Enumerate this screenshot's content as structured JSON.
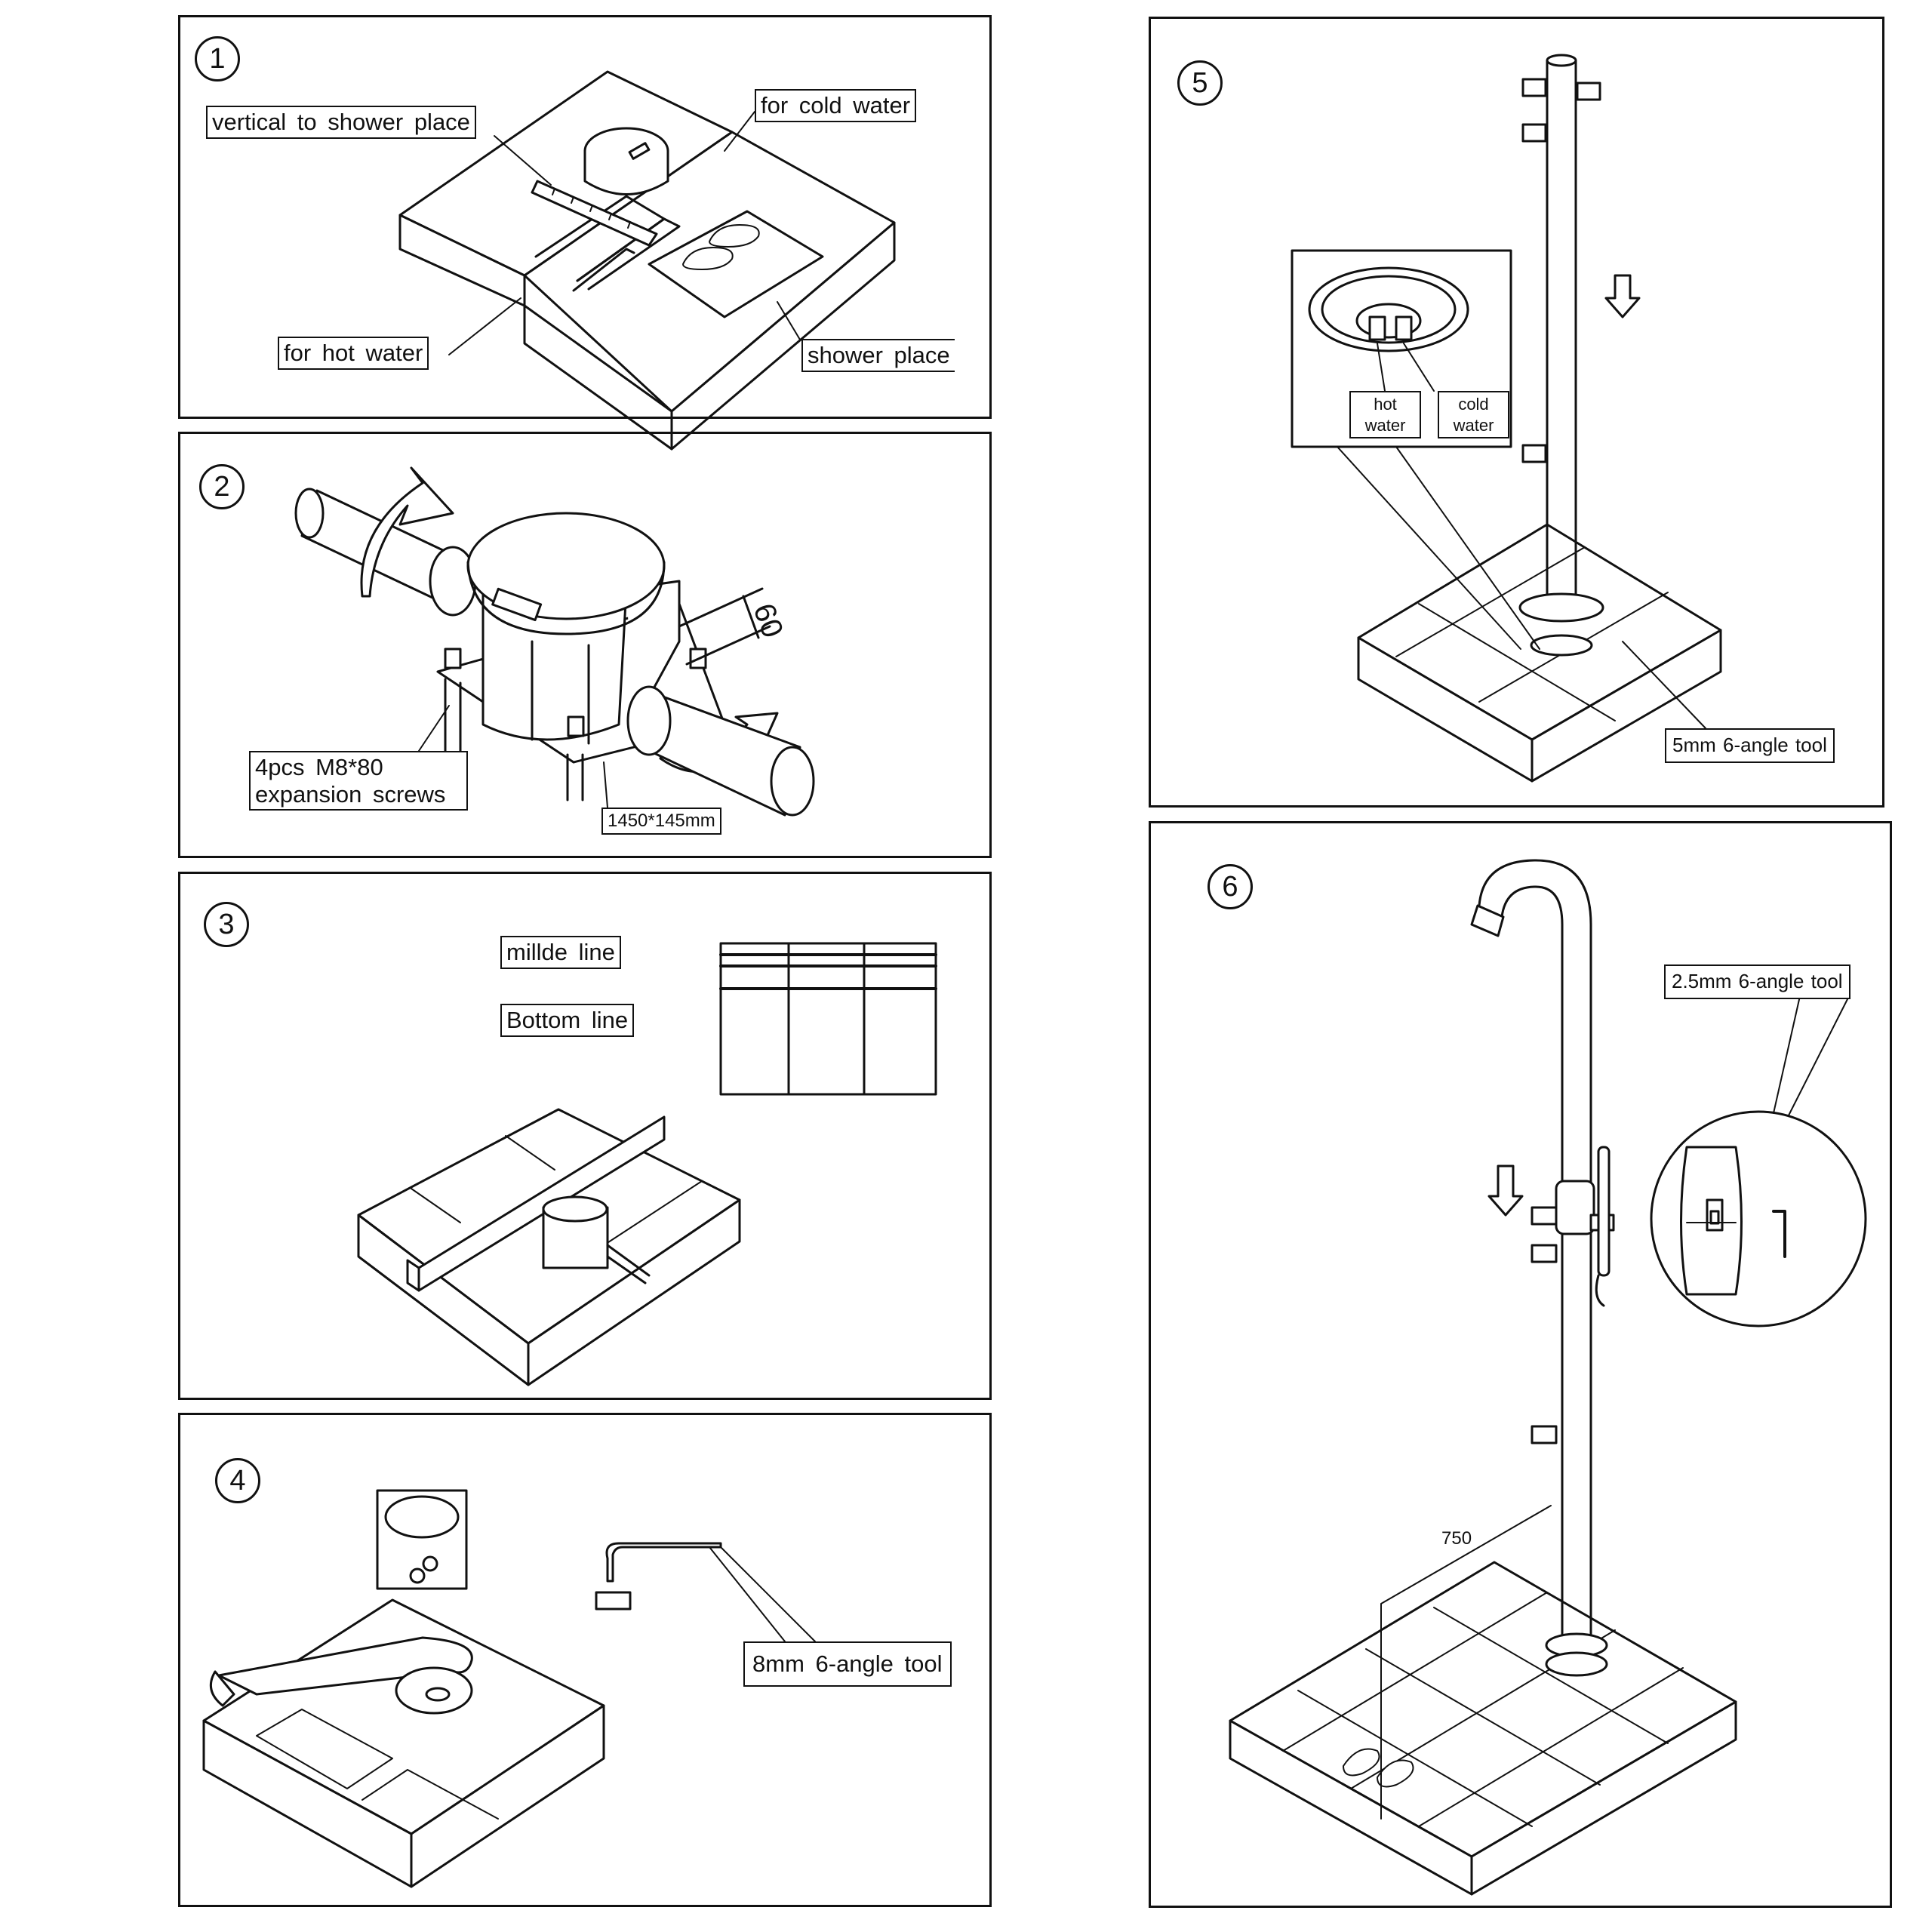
{
  "colors": {
    "ink": "#111111",
    "background": "#ffffff"
  },
  "panel1": {
    "step": "1",
    "label_vertical": "vertical to shower place",
    "label_cold": "for cold water",
    "label_hot": "for hot water",
    "label_shower": "shower place"
  },
  "panel2": {
    "step": "2",
    "dim_60": "60",
    "label_screws": "4pcs M8*80 expansion screws",
    "label_size": "1450*145mm"
  },
  "panel3": {
    "step": "3",
    "label_middle": "millde line",
    "label_bottom": "Bottom line"
  },
  "panel4": {
    "step": "4",
    "label_tool": "8mm 6-angle tool"
  },
  "panel5": {
    "step": "5",
    "label_hot": "hot water",
    "label_cold": "cold water",
    "label_tool": "5mm 6-angle tool"
  },
  "panel6": {
    "step": "6",
    "label_tool": "2.5mm 6-angle tool",
    "dim_750": "750"
  }
}
